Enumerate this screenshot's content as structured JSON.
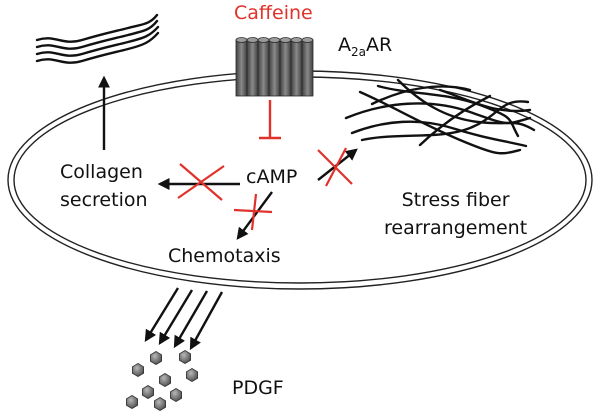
{
  "labels": {
    "caffeine": "Caffeine",
    "receptor_main": "A",
    "receptor_sub": "2a",
    "receptor_suffix": "AR",
    "camp": "cAMP",
    "collagen_line1": "Collagen",
    "collagen_line2": "secretion",
    "stress_line1": "Stress fiber",
    "stress_line2": "rearrangement",
    "chemotaxis": "Chemotaxis",
    "pdgf": "PDGF"
  },
  "colors": {
    "inhibit": "#e0322a",
    "arrow": "#111111",
    "receptor": "#5a5a5a",
    "pdgf": "#777777"
  }
}
